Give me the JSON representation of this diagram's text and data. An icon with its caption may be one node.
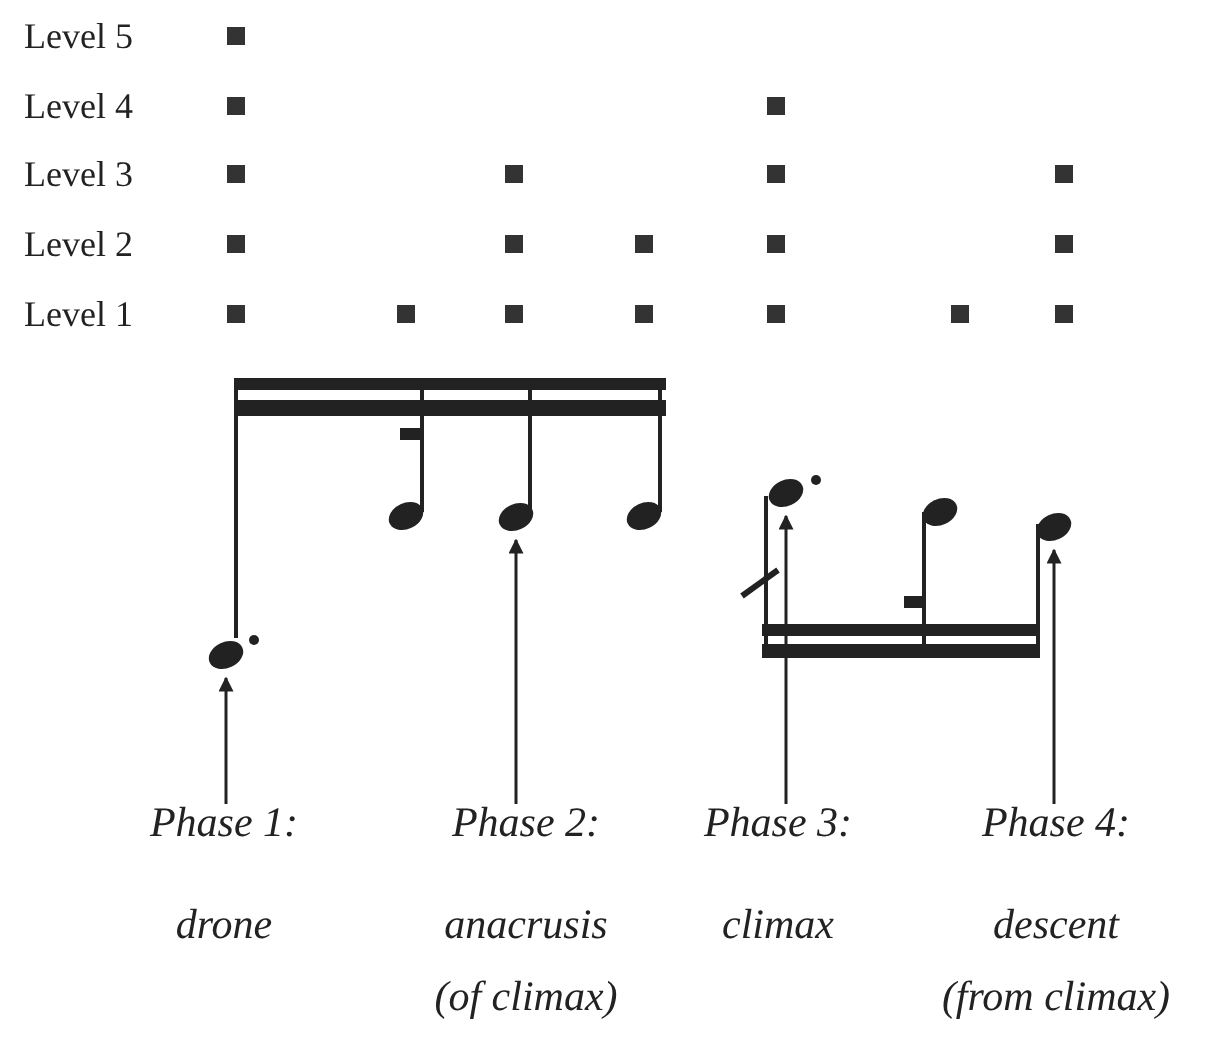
{
  "diagram": {
    "nodes": [
      {
        "text": [],
        "shape": "note"
      },
      {
        "text": [],
        "shape": "note"
      },
      {
        "text": [],
        "shape": "note"
      },
      {
        "text": [],
        "shape": "note"
      },
      {
        "text": [
          "Phase 1:",
          "drone"
        ]
      },
      {
        "text": [
          "Phase 2:",
          "anacrusis (of climax)"
        ]
      },
      {
        "text": [
          "Phase 3:",
          "climax"
        ]
      },
      {
        "text": [
          "Phase 4:",
          "descent (from climax)"
        ]
      }
    ],
    "edges": [
      {
        "from": 4,
        "to": 0,
        "arrow": "to"
      },
      {
        "from": 5,
        "to": 1,
        "arrow": "to"
      },
      {
        "from": 6,
        "to": 2,
        "arrow": "to"
      },
      {
        "from": 7,
        "to": 3,
        "arrow": "to"
      }
    ],
    "labels": [
      "Level 5",
      "Level 4",
      "Level 3",
      "Level 2",
      "Level 1"
    ]
  }
}
